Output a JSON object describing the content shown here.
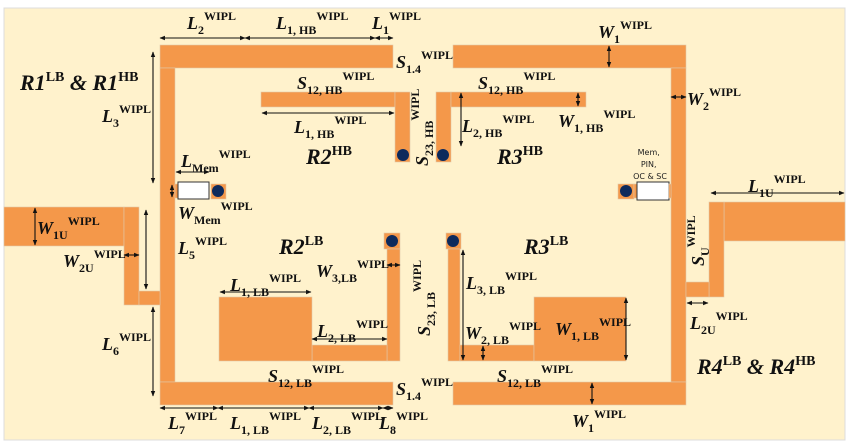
{
  "colors": {
    "background": "#FFF2CC",
    "copper": "#F4984A",
    "via": "#0D2A5C",
    "memory": "#FFFFFF"
  },
  "labels": {
    "L2_top": {
      "main": "L",
      "sub": "2",
      "sup": "WIPL"
    },
    "L1HB_top": {
      "main": "L",
      "sub": "1, HB",
      "sup": "WIPL"
    },
    "L1_top": {
      "main": "L",
      "sub": "1",
      "sup": "WIPL"
    },
    "S14_top": {
      "main": "S",
      "sub": "1.4",
      "sup": "WIPL"
    },
    "S12HB_left": {
      "main": "S",
      "sub": "12, HB",
      "sup": "WIPL"
    },
    "L1HB_inner": {
      "main": "L",
      "sub": "1, HB",
      "sup": "WIPL"
    },
    "L3": {
      "main": "L",
      "sub": "3",
      "sup": "WIPL"
    },
    "S23HB": {
      "main": "S",
      "sub": "23, HB",
      "sup": "WIPL"
    },
    "LMem": {
      "main": "L",
      "sub": "Mem",
      "sup": "WIPL"
    },
    "WMem": {
      "main": "W",
      "sub": "Mem",
      "sup": "WIPL"
    },
    "W1U": {
      "main": "W",
      "sub": "1U",
      "sup": "WIPL"
    },
    "W2U": {
      "main": "W",
      "sub": "2U",
      "sup": "WIPL"
    },
    "L5": {
      "main": "L",
      "sub": "5",
      "sup": "WIPL"
    },
    "W3LB": {
      "main": "W",
      "sub": "3,LB",
      "sup": "WIPL"
    },
    "L1LB_inner": {
      "main": "L",
      "sub": "1, LB",
      "sup": "WIPL"
    },
    "L2LB_inner": {
      "main": "L",
      "sub": "2, LB",
      "sup": "WIPL"
    },
    "S23LB": {
      "main": "S",
      "sub": "23, LB",
      "sup": "WIPL"
    },
    "L6": {
      "main": "L",
      "sub": "6",
      "sup": "WIPL"
    },
    "S12LB_left": {
      "main": "S",
      "sub": "12, LB",
      "sup": "WIPL"
    },
    "S14_bottom": {
      "main": "S",
      "sub": "1.4",
      "sup": "WIPL"
    },
    "L7": {
      "main": "L",
      "sub": "7",
      "sup": "WIPL"
    },
    "L1LB_bottom": {
      "main": "L",
      "sub": "1, LB",
      "sup": "WIPL"
    },
    "L2LB_bottom": {
      "main": "L",
      "sub": "2, LB",
      "sup": "WIPL"
    },
    "L8": {
      "main": "L",
      "sub": "8",
      "sup": "WIPL"
    },
    "W1_top": {
      "main": "W",
      "sub": "1",
      "sup": "WIPL"
    },
    "S12HB_right": {
      "main": "S",
      "sub": "12, HB",
      "sup": "WIPL"
    },
    "L2HB": {
      "main": "L",
      "sub": "2, HB",
      "sup": "WIPL"
    },
    "W1HB": {
      "main": "W",
      "sub": "1, HB",
      "sup": "WIPL"
    },
    "W2": {
      "main": "W",
      "sub": "2",
      "sup": "WIPL"
    },
    "L1U": {
      "main": "L",
      "sub": "1U",
      "sup": "WIPL"
    },
    "SU": {
      "main": "S",
      "sub": "U",
      "sup": "WIPL"
    },
    "L3LB": {
      "main": "L",
      "sub": "3, LB",
      "sup": "WIPL"
    },
    "W2LB": {
      "main": "W",
      "sub": "2, LB",
      "sup": "WIPL"
    },
    "W1LB": {
      "main": "W",
      "sub": "1, LB",
      "sup": "WIPL"
    },
    "S12LB_right": {
      "main": "S",
      "sub": "12, LB",
      "sup": "WIPL"
    },
    "W1_bottom": {
      "main": "W",
      "sub": "1",
      "sup": "WIPL"
    },
    "L2U": {
      "main": "L",
      "sub": "2U",
      "sup": "WIPL"
    }
  },
  "resonators": {
    "R1": {
      "a": "R1",
      "a_sup": "LB",
      "amp": " & ",
      "b": "R1",
      "b_sup": "HB"
    },
    "R4": {
      "a": "R4",
      "a_sup": "LB",
      "amp": " & ",
      "b": "R4",
      "b_sup": "HB"
    },
    "R2HB": {
      "a": "R2",
      "a_sup": "HB"
    },
    "R3HB": {
      "a": "R3",
      "a_sup": "HB"
    },
    "R2LB": {
      "a": "R2",
      "a_sup": "LB"
    },
    "R3LB": {
      "a": "R3",
      "a_sup": "LB"
    }
  },
  "switch_note": [
    "Mem,",
    "PIN,",
    "OC & SC"
  ]
}
